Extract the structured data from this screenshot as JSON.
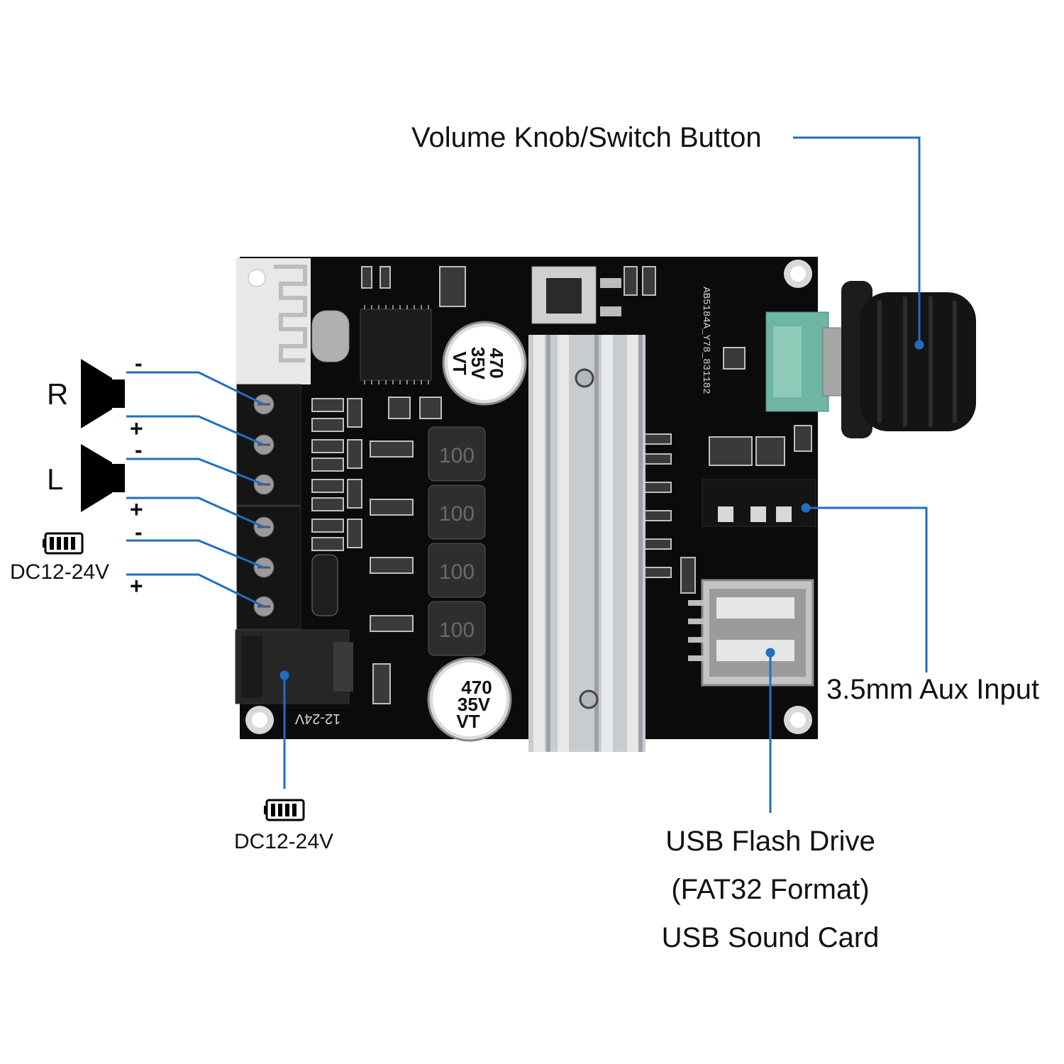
{
  "labels": {
    "volume_knob": "Volume Knob/Switch Button",
    "aux_input": "3.5mm Aux Input",
    "usb_line1": "USB Flash Drive",
    "usb_line2": "(FAT32 Format)",
    "usb_line3": "USB Sound Card",
    "power_left": "DC12-24V",
    "power_bottom": "DC12-24V"
  },
  "terminals": {
    "right_channel": "R",
    "left_channel": "L",
    "minus": "-",
    "plus": "+"
  },
  "board": {
    "capacitor_top": [
      "470",
      "35V",
      "VT"
    ],
    "capacitor_bottom": [
      "470",
      "35V",
      "VT"
    ],
    "inductor_mark": "100",
    "silkscreen_power": "12-24V",
    "silkscreen_model": "AB5184A_Y78_831182"
  },
  "icons": {
    "speaker": "speaker-icon",
    "battery": "battery-icon"
  },
  "colors": {
    "leader_line": "#1f6fc2",
    "board": "#0b0b0b",
    "heatsink": "#c9cccf",
    "potentiometer": "#6fb5a3"
  }
}
